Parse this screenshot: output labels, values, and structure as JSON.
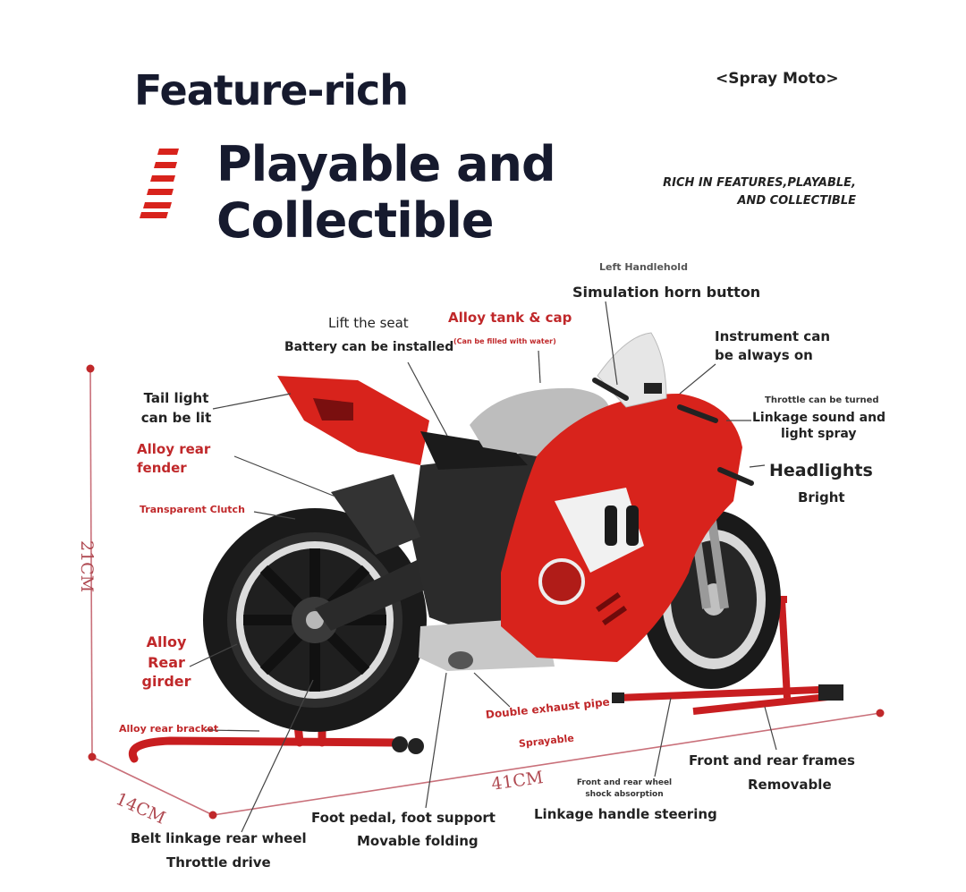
{
  "header": {
    "title_line1": "Feature-rich",
    "title_line2": "Playable and",
    "title_line3": "Collectible",
    "brand_tag": "<Spray Moto>",
    "subtitle_line1": "RICH IN FEATURES,PLAYABLE,",
    "subtitle_line2": "AND COLLECTIBLE"
  },
  "labels": {
    "left_handlehold": "Left Handlehold",
    "horn_button": "Simulation horn button",
    "lift_seat": "Lift the seat",
    "battery": "Battery can be installed",
    "alloy_tank": "Alloy tank & cap",
    "tank_note": "(Can be filled with water)",
    "instrument_1": "Instrument can",
    "instrument_2": "be always on",
    "tail_light_1": "Tail light",
    "tail_light_2": "can be lit",
    "throttle_turned": "Throttle can be turned",
    "linkage_sound_1": "Linkage sound and",
    "linkage_sound_2": "light spray",
    "rear_fender_1": "Alloy rear",
    "rear_fender_2": "fender",
    "headlights": "Headlights",
    "bright": "Bright",
    "transparent_clutch": "Transparent Clutch",
    "rear_girder_1": "Alloy",
    "rear_girder_2": "Rear",
    "rear_girder_3": "girder",
    "rear_bracket": "Alloy rear bracket",
    "double_exhaust": "Double exhaust pipe",
    "sprayable": "Sprayable",
    "frames_1": "Front and rear frames",
    "frames_2": "Removable",
    "shock_1": "Front and rear wheel",
    "shock_2": "shock absorption",
    "linkage_steering": "Linkage handle steering",
    "foot_pedal": "Foot pedal, foot support",
    "movable_folding": "Movable folding",
    "belt_linkage": "Belt linkage rear wheel",
    "throttle_drive": "Throttle drive"
  },
  "dimensions": {
    "height": "21CM",
    "depth": "14CM",
    "length": "41CM"
  },
  "colors": {
    "accent_red": "#d8231c",
    "label_red": "#c0282a",
    "navy": "#161a2e"
  }
}
